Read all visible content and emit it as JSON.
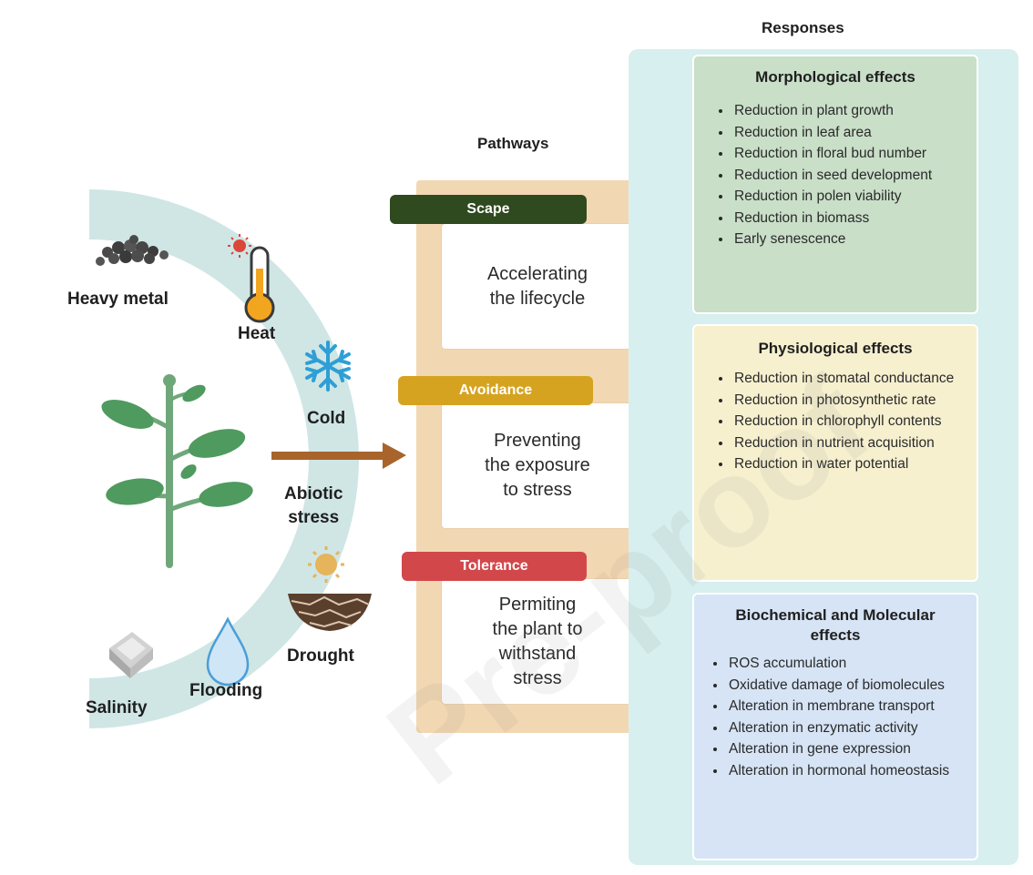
{
  "left": {
    "stressors": [
      {
        "name": "Heavy metal",
        "icon": "heavy-metal-icon"
      },
      {
        "name": "Heat",
        "icon": "thermometer-icon"
      },
      {
        "name": "Cold",
        "icon": "snowflake-icon"
      },
      {
        "name": "Drought",
        "icon": "drought-icon"
      },
      {
        "name": "Flooding",
        "icon": "water-drop-icon"
      },
      {
        "name": "Salinity",
        "icon": "salt-crystal-icon"
      }
    ],
    "center_label": "Abiotic\nstress",
    "plant_icon": "plant-icon",
    "arrow_icon": "arrow-right-icon",
    "arc_color": "#cfe6e5",
    "arrow_color": "#a8642a"
  },
  "pathways": {
    "heading": "Pathways",
    "panel_color": "#f2d7b3",
    "items": [
      {
        "label": "Scape",
        "text": "Accelerating\nthe lifecycle",
        "color": "#2f4a1e"
      },
      {
        "label": "Avoidance",
        "text": "Preventing\nthe exposure\nto stress",
        "color": "#d6a320"
      },
      {
        "label": "Tolerance",
        "text": "Permiting\nthe plant to\nwithstand\nstress",
        "color": "#d2474a"
      }
    ]
  },
  "responses": {
    "heading": "Responses",
    "panel_color": "#d7efee",
    "groups": [
      {
        "title": "Morphological effects",
        "color": "#c9dfc8",
        "items": [
          "Reduction in plant growth",
          "Reduction in leaf area",
          "Reduction in floral bud number",
          "Reduction in seed development",
          "Reduction in polen viability",
          "Reduction in biomass",
          "Early senescence"
        ]
      },
      {
        "title": "Physiological effects",
        "color": "#f6f0cf",
        "items": [
          "Reduction in stomatal conductance",
          "Reduction in photosynthetic rate",
          "Reduction in chlorophyll contents",
          "Reduction in nutrient acquisition",
          "Reduction in water potential"
        ]
      },
      {
        "title": "Biochemical and Molecular effects",
        "color": "#d6e4f5",
        "items": [
          "ROS accumulation",
          "Oxidative damage of biomolecules",
          "Alteration in membrane transport",
          "Alteration in enzymatic activity",
          "Alteration in gene expression",
          "Alteration in hormonal homeostasis"
        ]
      }
    ]
  },
  "watermark": "Pre-proof"
}
